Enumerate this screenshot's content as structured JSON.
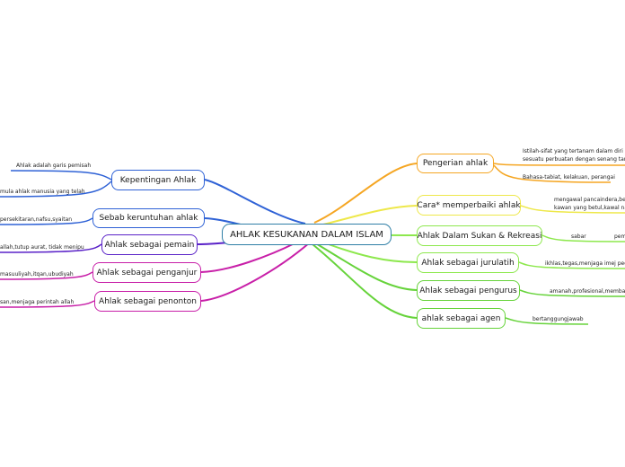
{
  "title": "AHLAK KESUKANAN DALAM ISLAM",
  "colors": {
    "center_border": "#2f7fa6",
    "blue": "#2f62d6",
    "purple": "#5a22c8",
    "magenta": "#c81fa8",
    "orange": "#f5a623",
    "yellow": "#eee84a",
    "green": "#8de84d",
    "lime": "#66d33a"
  },
  "left_branches": [
    {
      "label": "Kepentingan Ahlak",
      "color": "blue",
      "leaves": [
        "Ahlak adalah garis pemisah",
        "mula ahlak manusia yang telah"
      ]
    },
    {
      "label": "Sebab keruntuhan ahlak",
      "color": "blue",
      "leaves": [
        "persekitaran,nafsu,syaitan"
      ]
    },
    {
      "label": "Ahlak sebagai pemain",
      "color": "purple",
      "leaves": [
        "allah,tutup aurat, tidak menipu"
      ]
    },
    {
      "label": "Ahlak sebagai penganjur",
      "color": "magenta",
      "leaves": [
        "masuuliyah,itqan,ubudiyah"
      ]
    },
    {
      "label": "Ahlak sebagai penonton",
      "color": "magenta",
      "leaves": [
        "san,menjaga perintah allah"
      ]
    }
  ],
  "right_branches": [
    {
      "label": "Pengerian ahlak",
      "color": "orange",
      "leaves": [
        "Istilah-sifat yang tertanam dalam diri untu",
        "sesuatu perbuatan dengan senang tanpa b",
        "Bahasa-tabiat, kelakuan, perangai"
      ]
    },
    {
      "label": "Cara* memperbaiki ahlak",
      "color": "yellow",
      "leaves": [
        "mengawal pancaindera,berl",
        "kawan yang betul,kawal nafs"
      ]
    },
    {
      "label": "Ahlak Dalam Sukan & Rekreasi",
      "color": "green",
      "leaves": [
        "sabar",
        "pem"
      ]
    },
    {
      "label": "Ahlak sebagai jurulatih",
      "color": "green",
      "leaves": [
        "ikhlas,tegas,menjaga imej pega"
      ]
    },
    {
      "label": "Ahlak sebagai pengurus",
      "color": "lime",
      "leaves": [
        "amanah,profesional,membantu"
      ]
    },
    {
      "label": "ahlak sebagai agen",
      "color": "lime",
      "leaves": [
        "bertanggungjawab"
      ]
    }
  ]
}
